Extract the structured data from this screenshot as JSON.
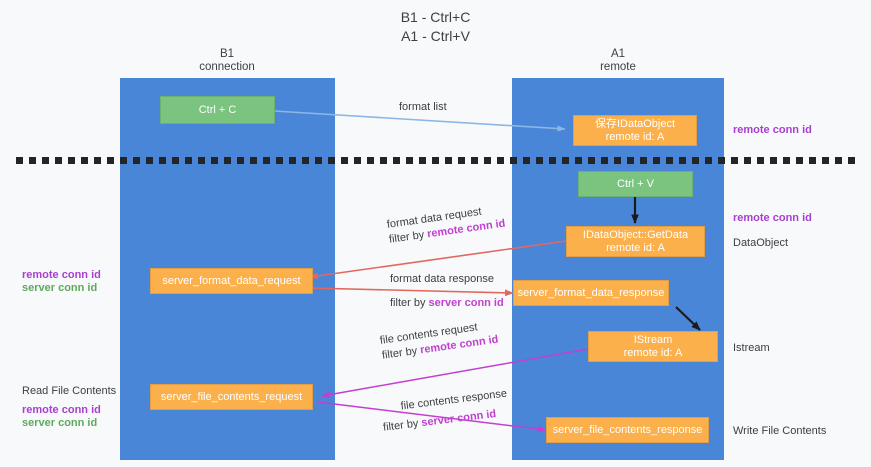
{
  "title": {
    "line1": "B1 - Ctrl+C",
    "line2": "A1 - Ctrl+V"
  },
  "columns": {
    "b1": {
      "name": "B1",
      "role": "connection"
    },
    "a1": {
      "name": "A1",
      "role": "remote"
    }
  },
  "colors": {
    "lane": "#4a86d8",
    "green_node": "#7ac47f",
    "orange_node": "#fbb04c",
    "remote_conn_id": "#a83fd0",
    "server_conn_id": "#5ea95e",
    "arrow_blue": "#8ab6e8",
    "arrow_black": "#1a1a1a",
    "arrow_red": "#e2685f",
    "arrow_magenta": "#c23fd0",
    "divider": "#252525"
  },
  "nodes": {
    "ctrl_c": {
      "label": "Ctrl + C"
    },
    "save_idataobject": {
      "line1": "保存IDataObject",
      "line2": "remote id: A"
    },
    "ctrl_v": {
      "label": "Ctrl + V"
    },
    "getdata": {
      "line1": "IDataObject::GetData",
      "line2": "remote id: A"
    },
    "server_format_data_request": {
      "label": "server_format_data_request"
    },
    "server_format_data_response": {
      "label": "server_format_data_response"
    },
    "istream": {
      "line1": "IStream",
      "line2": "remote id: A"
    },
    "server_file_contents_request": {
      "label": "server_file_contents_request"
    },
    "server_file_contents_response": {
      "label": "server_file_contents_response"
    }
  },
  "edge_labels": {
    "format_list": "format list",
    "format_data_request": "format data request",
    "format_data_request_filter_prefix": "filter by ",
    "format_data_request_filter_key": "remote conn id",
    "format_data_response": "format data response",
    "format_data_response_filter_prefix": "filter by ",
    "format_data_response_filter_key": "server conn id",
    "file_contents_request": "file contents request",
    "file_contents_request_filter_prefix": "filter by ",
    "file_contents_request_filter_key": "remote conn id",
    "file_contents_response": "file contents response",
    "file_contents_response_filter_prefix": "filter by ",
    "file_contents_response_filter_key": "server conn id"
  },
  "right_labels": {
    "remote_conn_id_top": "remote conn id",
    "remote_conn_id_mid": "remote conn id",
    "dataobject": "DataObject",
    "istream": "Istream",
    "write_file_contents": "Write File Contents"
  },
  "left_labels": {
    "remote_conn_id_mid": "remote conn id",
    "server_conn_id_mid": "server conn id",
    "read_file_contents": "Read File Contents",
    "remote_conn_id_bottom": "remote conn id",
    "server_conn_id_bottom": "server conn id"
  }
}
